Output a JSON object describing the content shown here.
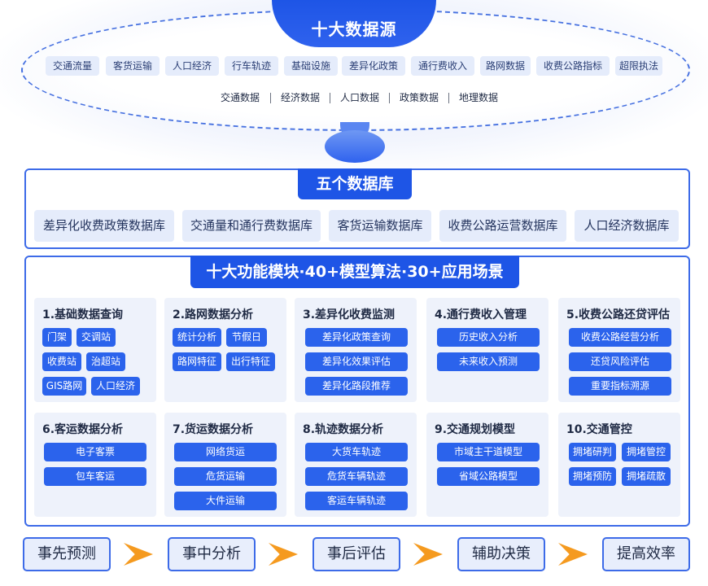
{
  "data_sources": {
    "title": "十大数据源",
    "tags": [
      "交通流量",
      "客货运输",
      "人口经济",
      "行车轨迹",
      "基础设施",
      "差异化政策",
      "通行费收入",
      "路网数据",
      "收费公路指标",
      "超限执法"
    ],
    "categories": [
      "交通数据",
      "经济数据",
      "人口数据",
      "政策数据",
      "地理数据"
    ]
  },
  "databases": {
    "title": "五个数据库",
    "items": [
      "差异化收费政策数据库",
      "交通量和通行费数据库",
      "客货运输数据库",
      "收费公路运营数据库",
      "人口经济数据库"
    ]
  },
  "modules": {
    "title": "十大功能模块·40+模型算法·30+应用场景",
    "cards": [
      {
        "title": "1.基础数据查询",
        "items": [
          "门架",
          "交调站",
          "收费站",
          "治超站",
          "GIS路网",
          "人口经济"
        ]
      },
      {
        "title": "2.路网数据分析",
        "items": [
          "统计分析",
          "节假日",
          "路网特征",
          "出行特征"
        ]
      },
      {
        "title": "3.差异化收费监测",
        "items": [
          "差异化政策查询",
          "差异化效果评估",
          "差异化路段推荐"
        ]
      },
      {
        "title": "4.通行费收入管理",
        "items": [
          "历史收入分析",
          "未来收入预测"
        ]
      },
      {
        "title": "5.收费公路还贷评估",
        "items": [
          "收费公路经营分析",
          "还贷风险评估",
          "重要指标溯源"
        ]
      },
      {
        "title": "6.客运数据分析",
        "items": [
          "电子客票",
          "包车客运"
        ]
      },
      {
        "title": "7.货运数据分析",
        "items": [
          "网络货运",
          "危货运输",
          "大件运输"
        ]
      },
      {
        "title": "8.轨迹数据分析",
        "items": [
          "大货车轨迹",
          "危货车辆轨迹",
          "客运车辆轨迹"
        ]
      },
      {
        "title": "9.交通规划模型",
        "items": [
          "市域主干道模型",
          "省域公路模型"
        ]
      },
      {
        "title": "10.交通管控",
        "items": [
          "拥堵研判",
          "拥堵管控",
          "拥堵预防",
          "拥堵疏散"
        ]
      }
    ]
  },
  "process": {
    "steps": [
      "事先预测",
      "事中分析",
      "事后评估",
      "辅助决策",
      "提高效率"
    ]
  },
  "colors": {
    "primary": "#1e55e6",
    "pill": "#2b63ec",
    "tag_bg": "#e5ecfb",
    "card_bg": "#eef2fb",
    "arrow": "#f59a1f"
  }
}
